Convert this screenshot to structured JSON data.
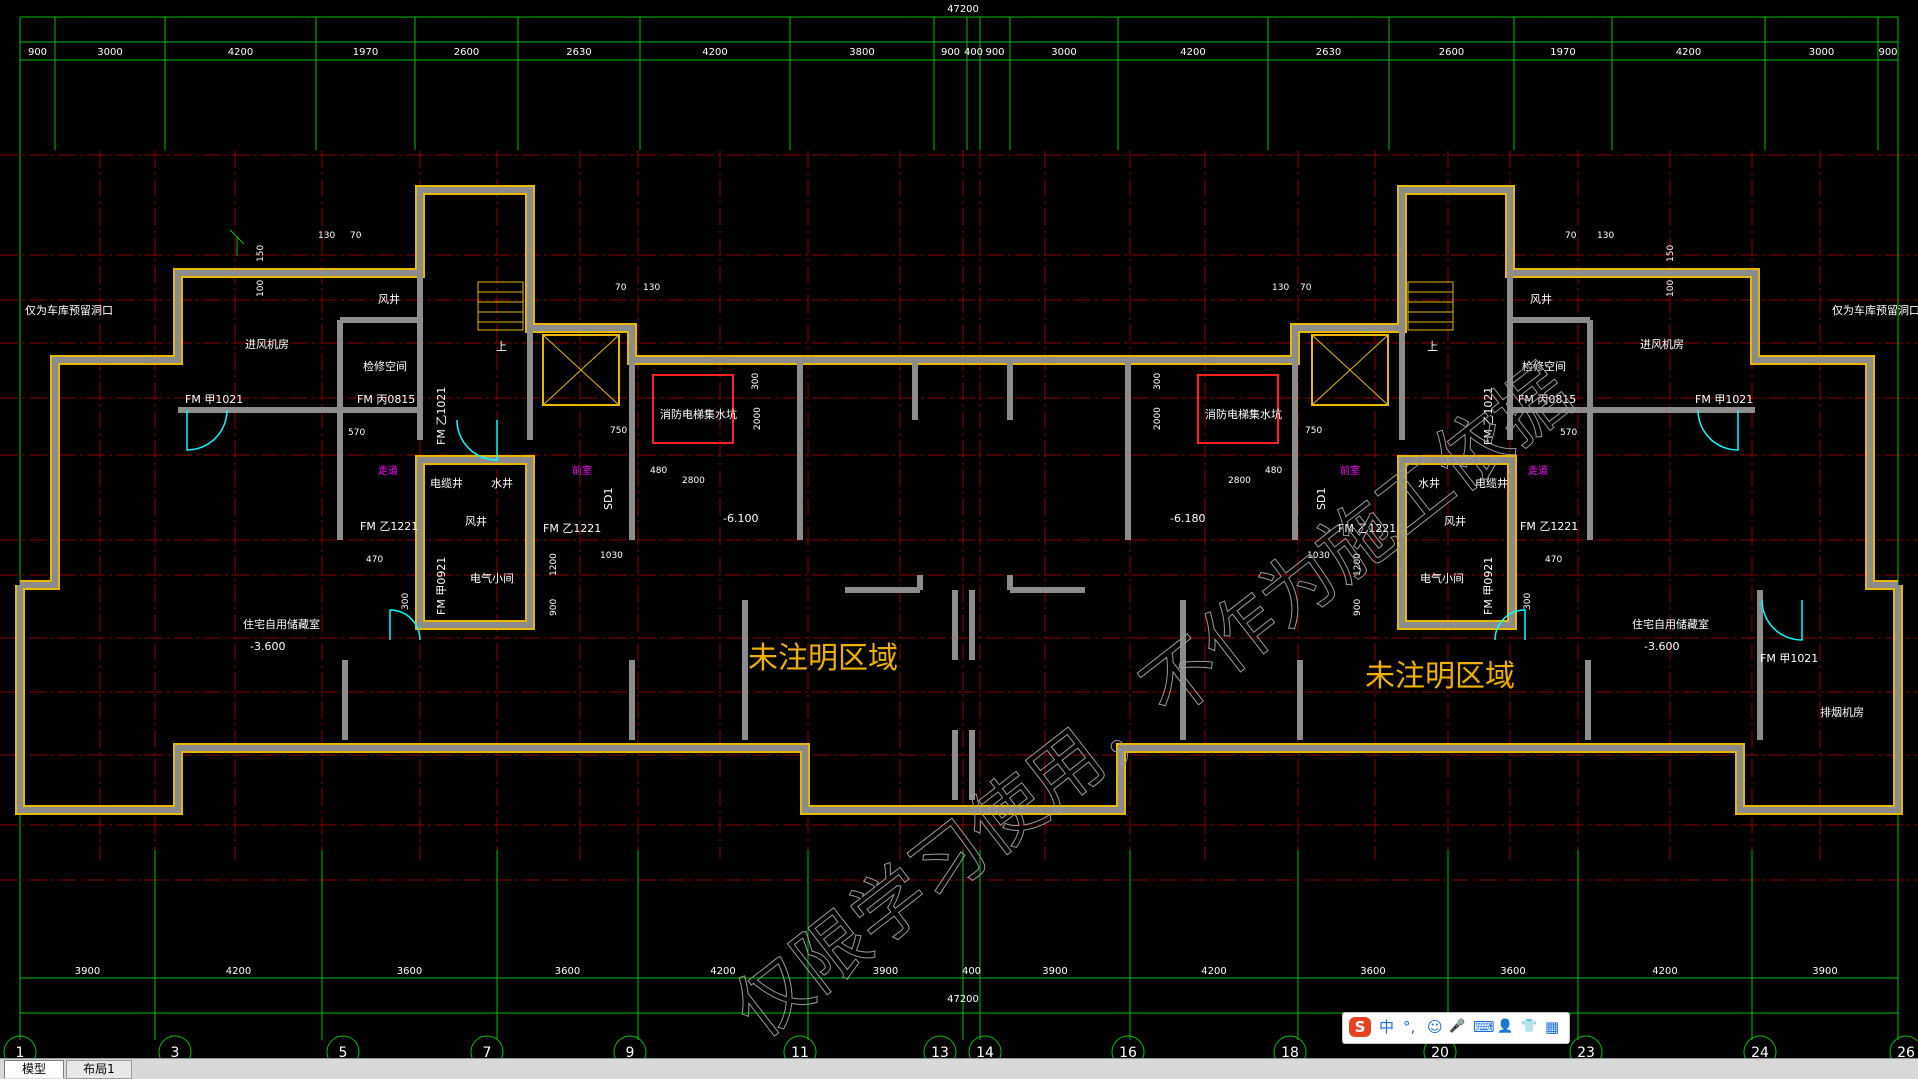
{
  "drawing": {
    "top_total": "47200",
    "bottom_total": "47200",
    "top_dims": [
      "900",
      "3000",
      "4200",
      "1970",
      "2600",
      "2630",
      "4200",
      "3800",
      "900",
      "400",
      "900",
      "3000",
      "4200",
      "2630",
      "2600",
      "1970",
      "4200",
      "3000",
      "900"
    ],
    "bottom_dims": [
      "3900",
      "4200",
      "3600",
      "3600",
      "4200",
      "3900",
      "400",
      "3900",
      "4200",
      "3600",
      "3600",
      "4200",
      "3900"
    ],
    "axis_labels": [
      "1",
      "3",
      "5",
      "7",
      "9",
      "11",
      "13",
      "14",
      "16",
      "18",
      "20",
      "23",
      "24",
      "26"
    ],
    "unmarked_area_label": "未注明区域",
    "watermark": "仅限学习使用，不作为施工依据",
    "left_half": {
      "garage_opening": "仅为车库预留洞口",
      "fresh_air_room": "进风机房",
      "wind_well": "风井",
      "repair_room": "检修空间",
      "door_fm1021": "FM 甲1021",
      "door_fm0815": "FM 丙0815",
      "door_fmb1021": "FM 乙1021",
      "door_fm1221": "FM 乙1221",
      "door_fm1221b": "FM 乙1221",
      "water_well": "水井",
      "elec_well": "电缆井",
      "wind_well2": "风井",
      "elec_room": "电气小间",
      "fire_pit": "消防电梯集水坑",
      "storage": "住宅自用储藏室",
      "level_storage": "-3.600",
      "level_pit": "-6.100",
      "up": "上",
      "corridor1": "走道",
      "corridor2": "前室",
      "sd": "SD1",
      "dims": [
        "130",
        "70",
        "150",
        "100",
        "570",
        "480",
        "2000",
        "750",
        "1030",
        "1200",
        "900",
        "300",
        "470",
        "2800",
        "70",
        "130",
        "300"
      ],
      "door_fm0921": "FM 甲0921"
    },
    "right_half": {
      "garage_opening": "仅为车库预留洞口",
      "fresh_air_room": "进风机房",
      "wind_well": "风井",
      "repair_room": "检修空间",
      "door_fm1021": "FM 甲1021",
      "door_fm0815": "FM 丙0815",
      "door_fmb1021": "FM 乙1021",
      "door_fm1221": "FM 乙1221",
      "door_fm1221b": "FM 乙1221",
      "water_well": "水井",
      "elec_well": "电缆井",
      "wind_well2": "风井",
      "elec_room": "电气小间",
      "fire_pit": "消防电梯集水坑",
      "storage": "住宅自用储藏室",
      "level_storage": "-3.600",
      "level_pit": "-6.180",
      "up": "上",
      "corridor1": "走道",
      "corridor2": "前室",
      "sd": "SD1",
      "exhaust_room": "排烟机房",
      "door_fm1021b": "FM 甲1021",
      "dims": [
        "70",
        "130",
        "150",
        "100",
        "570",
        "480",
        "2000",
        "750",
        "1030",
        "1200",
        "900",
        "300",
        "470",
        "2800",
        "130",
        "70",
        "300"
      ],
      "door_fm0921": "FM 甲0921"
    }
  },
  "tabs": {
    "model": "模型",
    "layout1": "布局1"
  },
  "ime": {
    "logo": "S",
    "lang": "中",
    "punct": "°,",
    "emoji": "☺",
    "mic": "🎤",
    "keyboard": "⌨",
    "user": "👤",
    "skin": "👕",
    "apps": "▦"
  },
  "colors": {
    "background": "#000000",
    "axis": "#00cc00",
    "grid": "#b00000",
    "wall": "#8c8c8c",
    "wall_edge": "#e6b800",
    "cyan": "#00ffff",
    "magenta": "#ff00ff",
    "annotation": "#f0b000",
    "text": "#ffffff"
  }
}
